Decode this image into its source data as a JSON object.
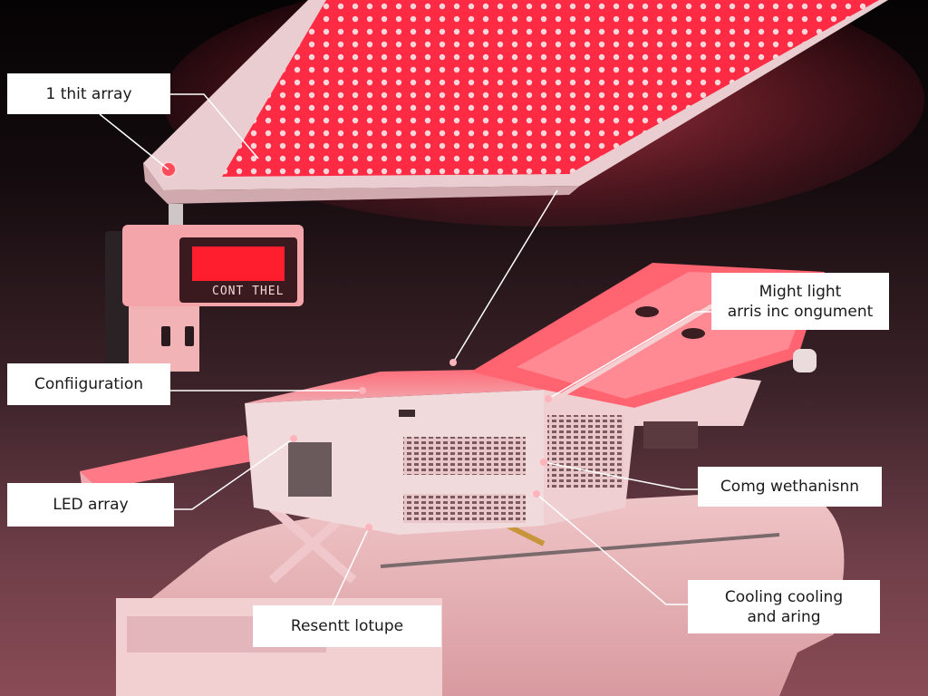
{
  "diagram": {
    "subject": "LED red light therapy device with overhead panel and base",
    "colors": {
      "led_red": "#ff3048",
      "body_pink": "#f4b8bc",
      "background_dark": "#0a0607",
      "background_low": "#7a444e",
      "label_bg": "#ffffff",
      "leader_line": "#ffffff"
    },
    "control_panel": {
      "display_caption": "CONT THEL"
    },
    "labels": [
      {
        "id": "top-array",
        "text": "1 thit array"
      },
      {
        "id": "might-light",
        "text": "Might light\narris inc ongument"
      },
      {
        "id": "configuration",
        "text": "Confiiguration"
      },
      {
        "id": "led-array",
        "text": "LED array"
      },
      {
        "id": "comg",
        "text": "Comg wethanisnn"
      },
      {
        "id": "cooling",
        "text": "Cooling cooling\nand aring"
      },
      {
        "id": "resentt",
        "text": "Resentt lotupe"
      }
    ]
  }
}
